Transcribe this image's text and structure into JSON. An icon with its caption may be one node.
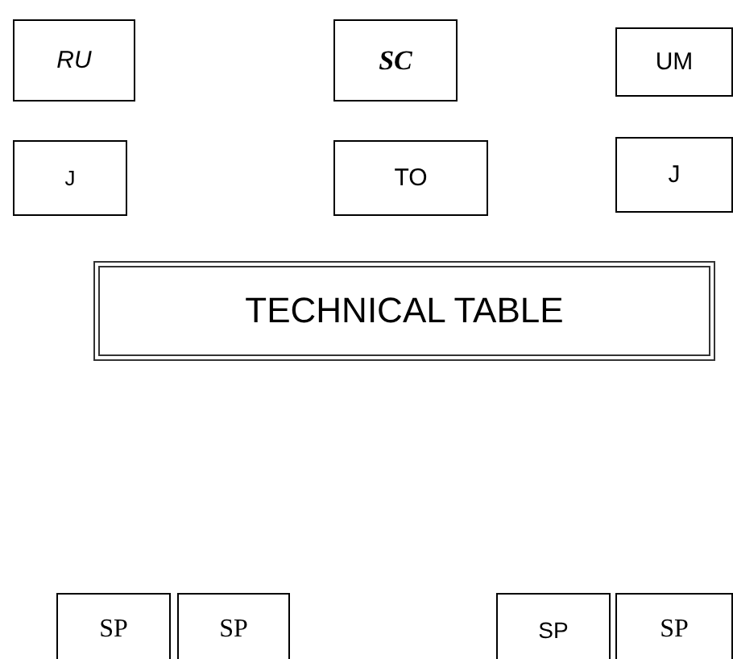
{
  "diagram": {
    "nodes": [
      {
        "text": [
          "RU"
        ]
      },
      {
        "text": [
          "SC"
        ]
      },
      {
        "text": [
          "UM"
        ]
      },
      {
        "text": [
          "J"
        ]
      },
      {
        "text": [
          "TO"
        ]
      },
      {
        "text": [
          "J"
        ]
      },
      {
        "text": [
          "TECHNICAL TABLE"
        ]
      },
      {
        "text": [
          "SP"
        ]
      },
      {
        "text": [
          "SP"
        ]
      },
      {
        "text": [
          "SP"
        ]
      },
      {
        "text": [
          "SP"
        ]
      }
    ]
  }
}
